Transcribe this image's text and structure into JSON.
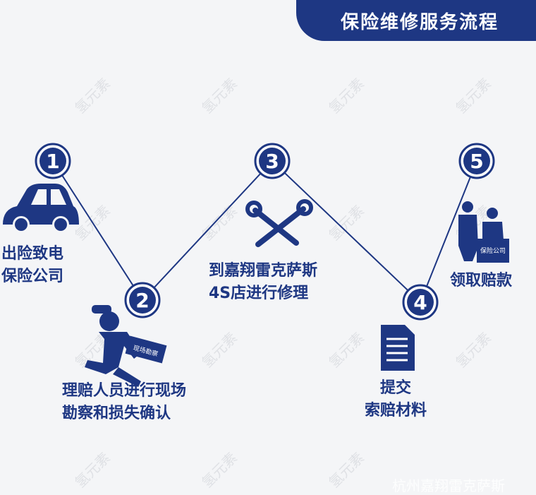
{
  "title": "保险维修服务流程",
  "color": "#1e3783",
  "steps": [
    {
      "num": "1",
      "icon": "car-icon",
      "label_lines": [
        "出险致电",
        "保险公司"
      ]
    },
    {
      "num": "2",
      "icon": "running-inspector-icon",
      "badge": "现场勘察",
      "label_lines": [
        "理赔人员进行现场",
        "勘察和损失确认"
      ]
    },
    {
      "num": "3",
      "icon": "wrench-icon",
      "label_lines": [
        "到嘉翔雷克萨斯",
        "4S店进行修理"
      ]
    },
    {
      "num": "4",
      "icon": "document-icon",
      "label_lines": [
        "提交",
        "索赔材料"
      ]
    },
    {
      "num": "5",
      "icon": "business-people-icon",
      "badge": "保险公司",
      "label_lines": [
        "领取赔款"
      ]
    }
  ],
  "watermark": "氢元素",
  "footer": "杭州嘉翔雷克萨斯"
}
